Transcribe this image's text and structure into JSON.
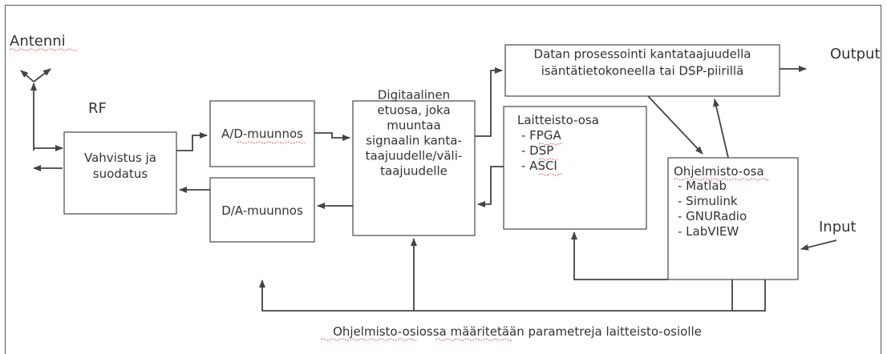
{
  "labels": {
    "antenna": "Antenni",
    "rf": "RF",
    "output": "Output",
    "input": "Input",
    "footer": "Ohjelmisto-osiossa määritetään parametreja laitteisto-osiolle"
  },
  "boxes": {
    "amp": [
      "Vahvistus ja",
      "suodatus"
    ],
    "adc": [
      "A/D-muunnos"
    ],
    "dac": [
      "D/A-muunnos"
    ],
    "frontend": [
      "Digitaalinen",
      "etuosa, joka",
      "muuntaa",
      "signaalin kanta-",
      "taajuudelle/väli-",
      "taajuudelle"
    ],
    "processing": [
      "Datan prosessointi kantataajuudella",
      "isäntätietokoneella tai DSP-piirillä"
    ],
    "hardware_title": "Laitteisto-osa",
    "hardware_items": [
      "- FPGA",
      "- DSP",
      "- ASCI"
    ],
    "software_title": "Ohjelmisto-osa",
    "software_items": [
      "- Matlab",
      "- Simulink",
      "- GNURadio",
      "- LabVIEW"
    ]
  }
}
